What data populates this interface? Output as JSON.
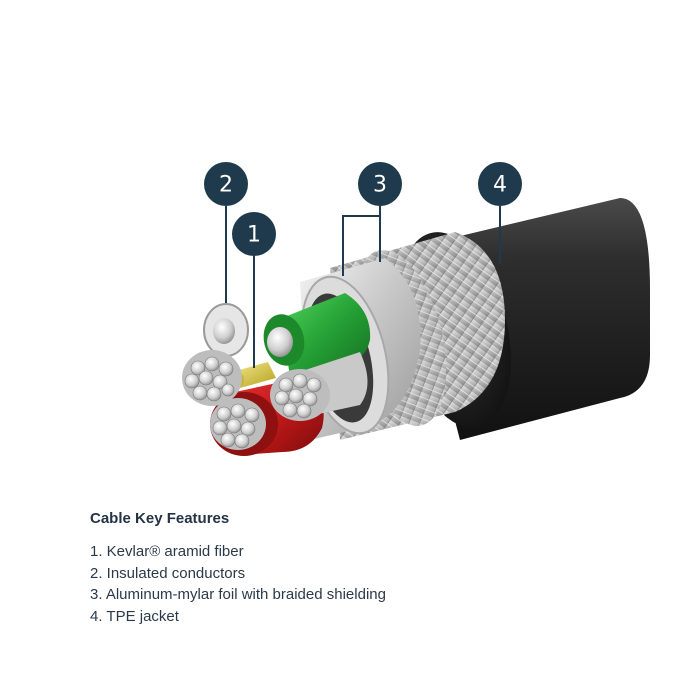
{
  "callouts": [
    {
      "number": "2"
    },
    {
      "number": "1"
    },
    {
      "number": "3"
    },
    {
      "number": "4"
    }
  ],
  "legend": {
    "title": "Cable Key Features",
    "items": [
      "1. Kevlar® aramid fiber",
      "2. Insulated conductors",
      "3. Aluminum-mylar foil with braided shielding",
      "4. TPE jacket"
    ]
  },
  "colors": {
    "callout_circle": "#1f3a4d",
    "jacket": "#2a2a2a",
    "conductor_green": "#25a035",
    "conductor_red": "#c01818",
    "kevlar": "#d8c43a",
    "legend_text": "#2b3a4a"
  }
}
